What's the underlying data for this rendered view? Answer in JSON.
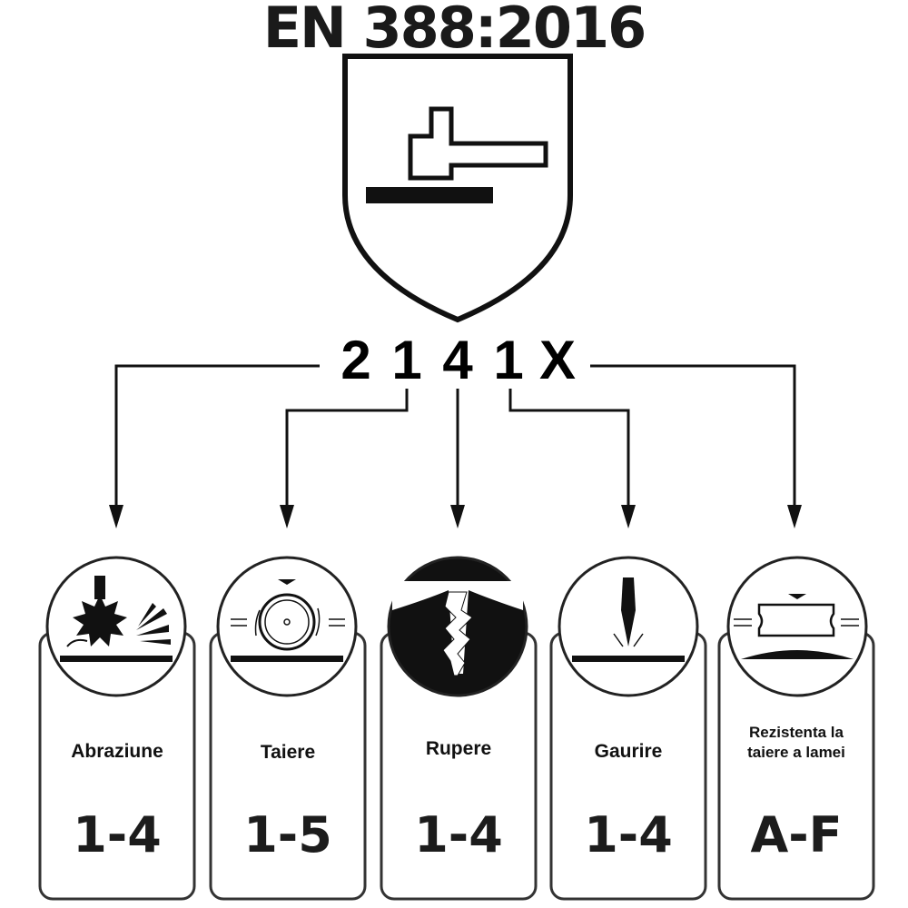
{
  "standard": {
    "title": "EN 388:2016"
  },
  "code": {
    "digits": [
      "2",
      "1",
      "4",
      "1",
      "X"
    ]
  },
  "cards": [
    {
      "label": "Abraziune",
      "range": "1-4",
      "icon": "abrasion-icon"
    },
    {
      "label": "Taiere",
      "range": "1-5",
      "icon": "cut-coup-test-icon"
    },
    {
      "label": "Rupere",
      "range": "1-4",
      "icon": "tear-icon"
    },
    {
      "label": "Gaurire",
      "range": "1-4",
      "icon": "puncture-icon"
    },
    {
      "label_line1": "Rezistenta la",
      "label_line2": "taiere a lamei",
      "range": "A-F",
      "icon": "blade-cut-iso-icon"
    }
  ],
  "colors": {
    "ink": "#111111",
    "card_border": "#333333",
    "card_fill": "#ffffff"
  }
}
